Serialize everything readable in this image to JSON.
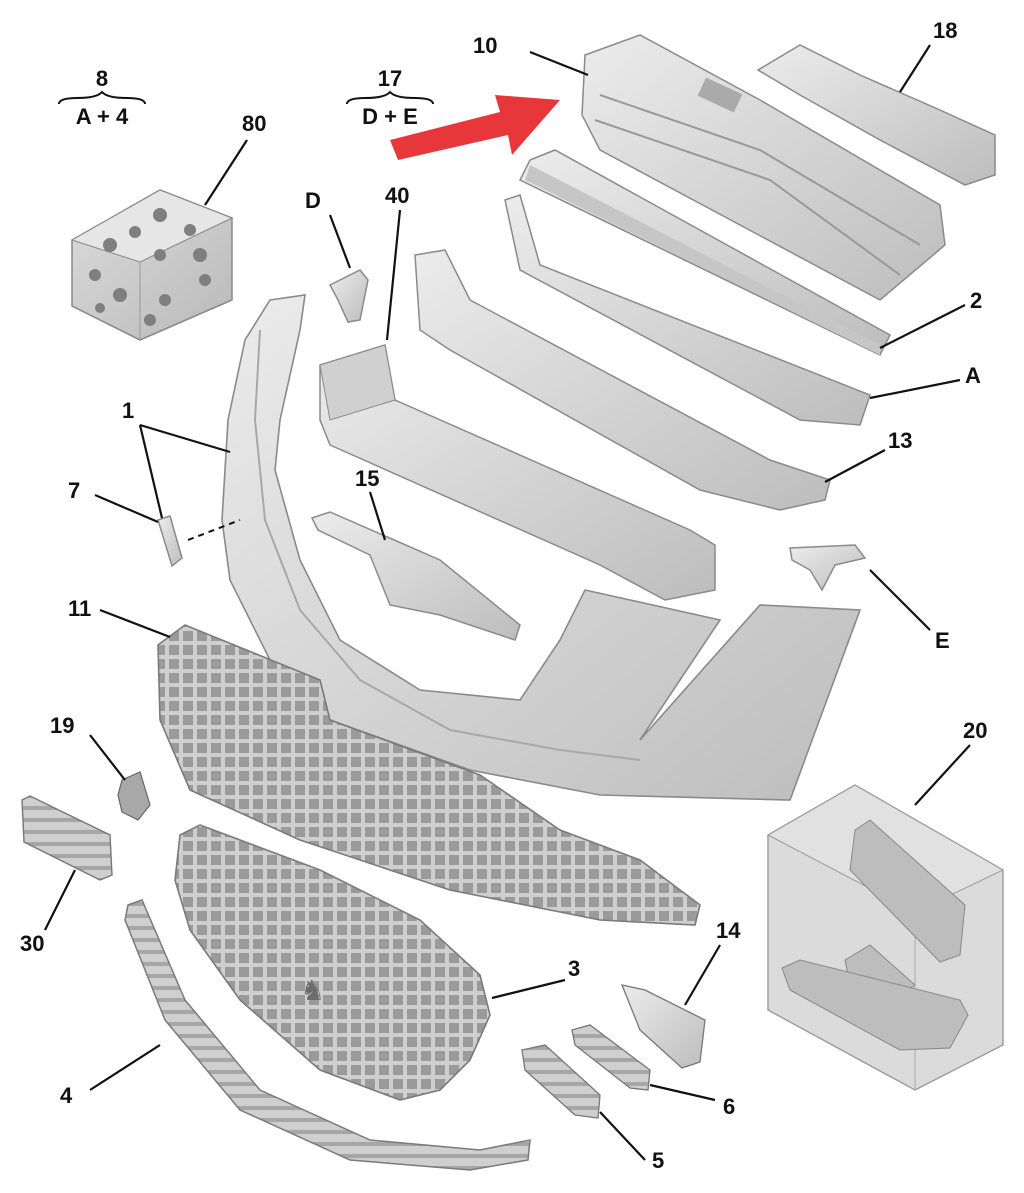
{
  "callouts": {
    "c1": "1",
    "c2": "2",
    "c3": "3",
    "c4": "4",
    "c5": "5",
    "c6": "6",
    "c7": "7",
    "c10": "10",
    "c11": "11",
    "c13": "13",
    "c14": "14",
    "c15": "15",
    "c18": "18",
    "c19": "19",
    "c20": "20",
    "c30": "30",
    "c40": "40",
    "c80": "80",
    "cA": "A",
    "cD": "D",
    "cE": "E"
  },
  "groups": {
    "g8": {
      "top": "8",
      "bottom": "A + 4"
    },
    "g17": {
      "top": "17",
      "bottom": "D + E"
    }
  },
  "colors": {
    "part_fill": "#d9d9d9",
    "part_stroke": "#8a8a8a",
    "arrow": "#e8373a",
    "box_fill": "#c9c9c9"
  }
}
